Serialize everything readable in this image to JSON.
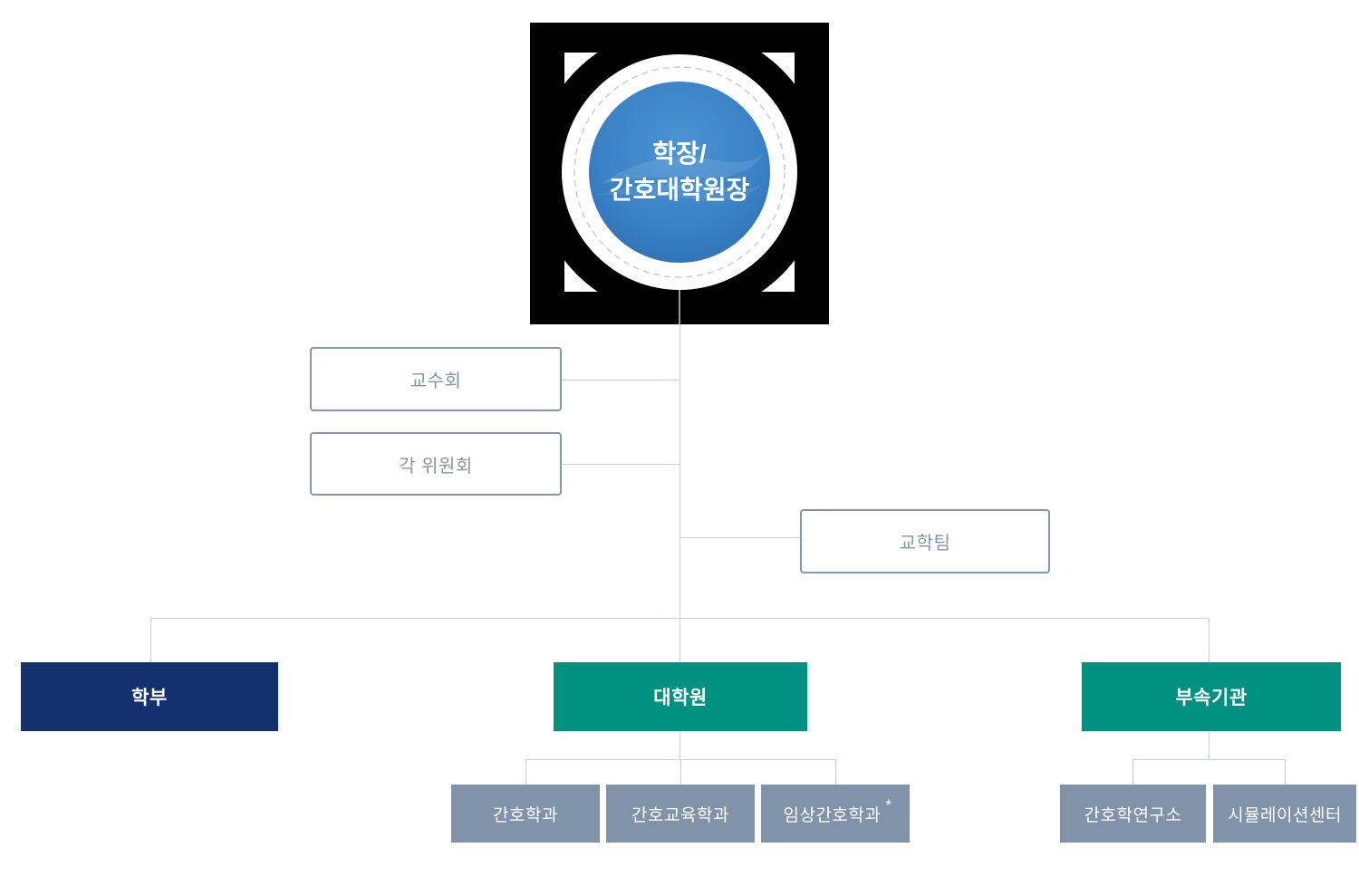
{
  "chart": {
    "root": {
      "line1": "학장/",
      "line2": "간호대학원장"
    },
    "councils": [
      {
        "label": "교수회"
      },
      {
        "label": "각 위원회"
      }
    ],
    "team": {
      "label": "교학팀"
    },
    "divisions": [
      {
        "label": "학부"
      },
      {
        "label": "대학원"
      },
      {
        "label": "부속기관"
      }
    ],
    "grad_depts": [
      {
        "label": "간호학과"
      },
      {
        "label": "간호교육학과"
      },
      {
        "label": "임상간호학과",
        "mark": "*"
      }
    ],
    "affiliates": [
      {
        "label": "간호학연구소"
      },
      {
        "label": "시뮬레이션센터"
      }
    ],
    "colors": {
      "root_blue": "#3b82c6",
      "navy": "#14316f",
      "teal": "#009181",
      "slate": "#8093a9",
      "outline_border": "#8496b4",
      "outline_text": "#8795ab",
      "connector": "#cbcfd3",
      "emblem_bg": "#000000"
    }
  }
}
